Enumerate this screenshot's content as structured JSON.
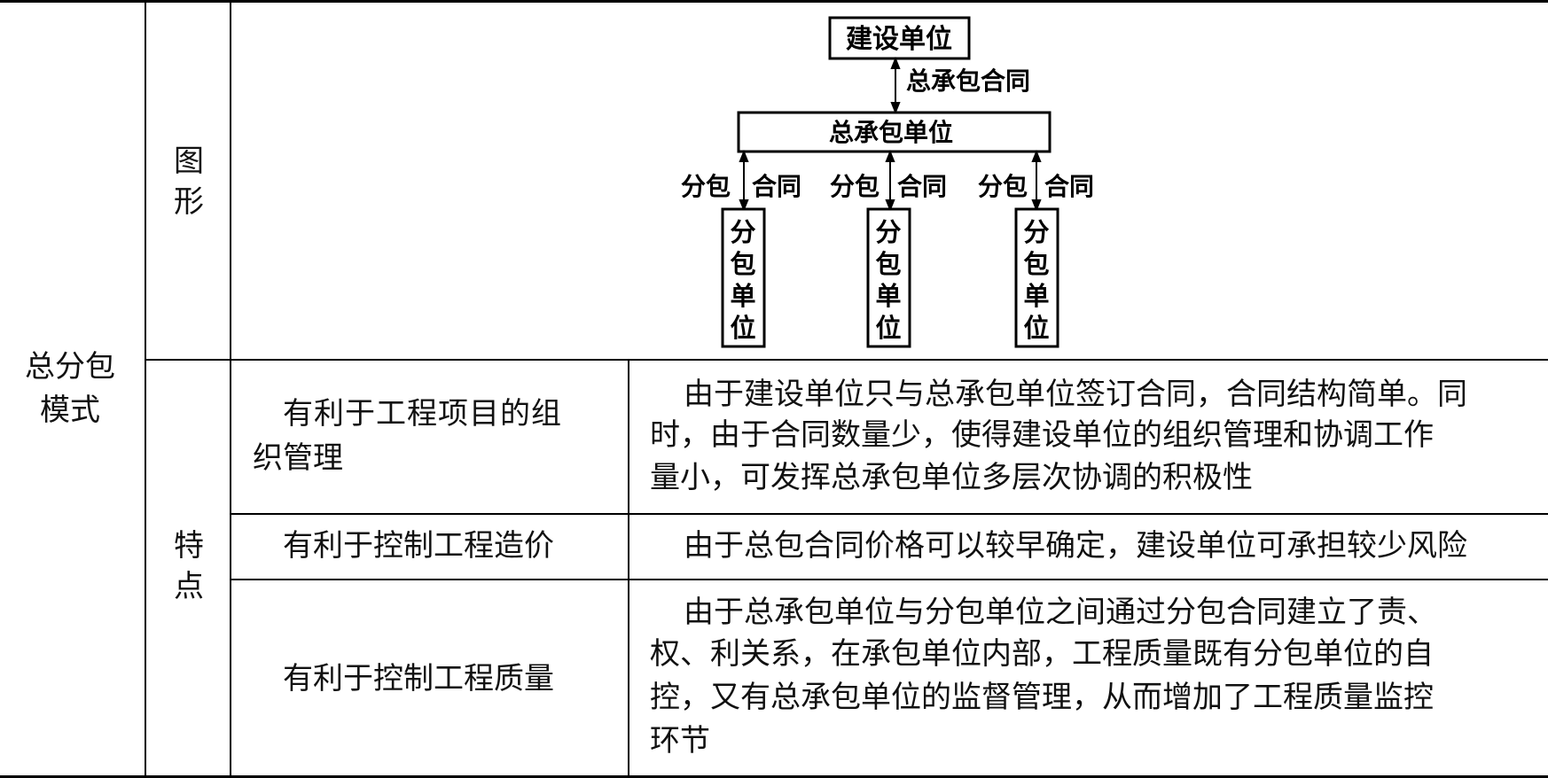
{
  "mode": {
    "label_line1": "总分包",
    "label_line2": "模式"
  },
  "rows": {
    "figure_label": [
      "图",
      "形"
    ],
    "features_label": [
      "特",
      "点"
    ]
  },
  "diagram": {
    "owner": "建设单位",
    "main_contract": "总承包合同",
    "general_contractor": "总承包单位",
    "sub_contract_left": "分包",
    "sub_contract_right": "合同",
    "subcontractor_chars": [
      "分",
      "包",
      "单",
      "位"
    ]
  },
  "features": [
    {
      "title_line1": "有利于工程项目的组",
      "title_line2": "织管理",
      "desc_lines": [
        "由于建设单位只与总承包单位签订合同，合同结构简单。同",
        "时，由于合同数量少，使得建设单位的组织管理和协调工作",
        "量小，可发挥总承包单位多层次协调的积极性"
      ]
    },
    {
      "title_line1": "有利于控制工程造价",
      "desc_lines": [
        "由于总包合同价格可以较早确定，建设单位可承担较少风险"
      ]
    },
    {
      "title_line1": "有利于控制工程质量",
      "desc_lines": [
        "由于总承包单位与分包单位之间通过分包合同建立了责、",
        "权、利关系，在承包单位内部，工程质量既有分包单位的自",
        "控，又有总承包单位的监督管理，从而增加了工程质量监控",
        "环节"
      ]
    }
  ]
}
